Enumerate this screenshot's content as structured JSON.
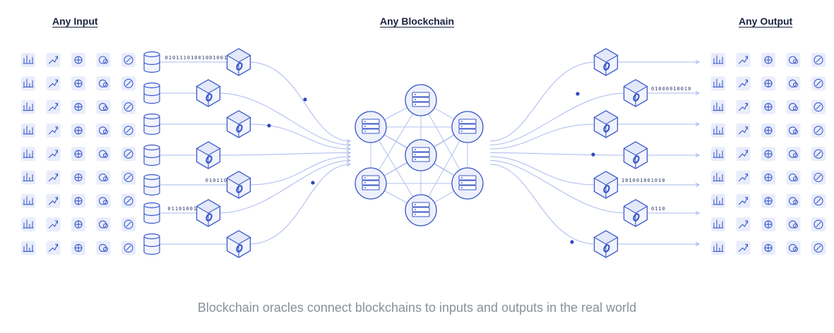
{
  "headings": {
    "input": "Any Input",
    "blockchain": "Any Blockchain",
    "output": "Any Output"
  },
  "caption": "Blockchain oracles connect blockchains to inputs and outputs in the real world",
  "input_icons": [
    "chart-icon",
    "coins-icon",
    "receipt-icon",
    "growth-icon",
    "compass-icon",
    "weather-icon",
    "car-icon",
    "gavel-icon",
    "document-edit-icon",
    "landscape-icon",
    "thermometer-icon",
    "medical-team-icon",
    "chemistry-icon",
    "robot-icon",
    "cloud-rain-icon",
    "globe-car-icon",
    "telescope-icon",
    "binary-data-icon",
    "shopping-cart-icon",
    "boxes-icon",
    "brain-icon",
    "phone-time-icon",
    "wind-turbine-icon",
    "list-icon",
    "wind-icon",
    "signature-icon",
    "finance-users-icon",
    "sun-icon",
    "football-icon",
    "stethoscope-icon",
    "analytics-icon",
    "atom-icon",
    "soccer-ball-icon",
    "sync-icon",
    "tides-icon",
    "box-map-icon",
    "delivery-icon",
    "monitor-icon",
    "oil-rig-icon",
    "factory-icon",
    "temperature-icon",
    "code-icon",
    "heart-rate-icon",
    "settings-panel-icon",
    "person-icon"
  ],
  "output_icons": [
    "buildings-icon",
    "payment-card-icon",
    "dollar-icon",
    "bank-icon",
    "storefront-icon",
    "globe-lock-icon",
    "invoice-icon",
    "ethereum-icon",
    "terminal-icon",
    "institution-icon",
    "smart-key-icon",
    "satellite-icon",
    "checklist-icon",
    "world-icon",
    "euro-icon",
    "key-cloud-icon",
    "bitcoin-icon",
    "dashboard-icon",
    "globe-settings-icon",
    "pagoda-icon",
    "database-icon",
    "vault-icon",
    "tether-icon",
    "wallet-icon",
    "server-list-icon",
    "building-chart-icon",
    "cubes-icon",
    "gears-icon",
    "cardano-icon",
    "office-icon",
    "contract-screen-icon",
    "parthenon-icon",
    "temple-icon",
    "pound-icon",
    "web-contract-icon",
    "chip-icon",
    "yen-icon",
    "storage-icon",
    "land-icon",
    "rocket-icon",
    "battery-lock-icon",
    "globe-money-icon",
    "hard-drive-icon",
    "grid-icon",
    "database-lock-icon"
  ],
  "input_bits": [
    "01011101001001001",
    "",
    "",
    "",
    "010110",
    "01101001",
    ""
  ],
  "output_bits": [
    "",
    "01000010010",
    "",
    "",
    "101001001010",
    "0110",
    ""
  ],
  "colors": {
    "accent": "#3b59c9",
    "wire": "#a9b8ee",
    "icon_bg": "#e9edfb",
    "heading": "#1a2340",
    "caption": "#8a8f99"
  }
}
